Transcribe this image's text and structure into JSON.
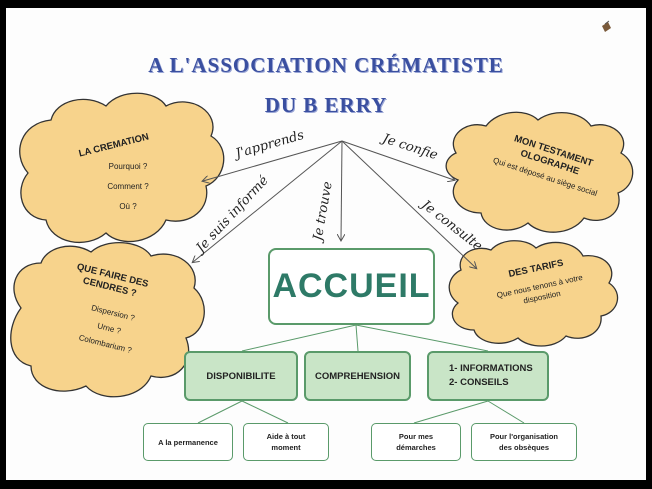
{
  "title": {
    "line1": "A L'ASSOCIATION CRÉMATISTE",
    "line2": "DU  B ERRY"
  },
  "center": {
    "label": "ACCUEIL"
  },
  "verbs": {
    "apprends": "J'apprends",
    "informe": "Je suis informé",
    "trouve": "Je trouve",
    "confie": "Je confie",
    "consulte": "Je consulte"
  },
  "clouds": {
    "cremation": {
      "title": "LA CREMATION",
      "lines": [
        "Pourquoi ?",
        "Comment ?",
        "Où ?"
      ]
    },
    "cendres": {
      "title1": "QUE FAIRE DES",
      "title2": "CENDRES ?",
      "lines": [
        "Dispersion ?",
        "Urne ?",
        "Colombarium ?"
      ]
    },
    "testament": {
      "title1": "MON TESTAMENT",
      "title2": "OLOGRAPHE",
      "line1": "Qui est déposé au siège social"
    },
    "tarifs": {
      "title": "DES TARIFS",
      "line1": "Que nous tenons à votre",
      "line2": "disposition"
    }
  },
  "categories": {
    "disponibilite": "DISPONIBILITE",
    "comprehension": "COMPREHENSION",
    "info1": "1-  INFORMATIONS",
    "info2": "2-  CONSEILS"
  },
  "leaves": {
    "permanence": "A la permanence",
    "aide1": "Aide à tout",
    "aide2": "moment",
    "demarches1": "Pour mes",
    "demarches2": "démarches",
    "obseques1": "Pour l'organisation",
    "obseques2": "des obsèques"
  },
  "colors": {
    "cloud_fill": "#f7d38c",
    "cloud_stroke": "#333333",
    "title_blue": "#3a4fa0",
    "box_border": "#5a9a6a",
    "box_fill": "#c9e5c7",
    "accueil_text": "#2e7a67"
  }
}
